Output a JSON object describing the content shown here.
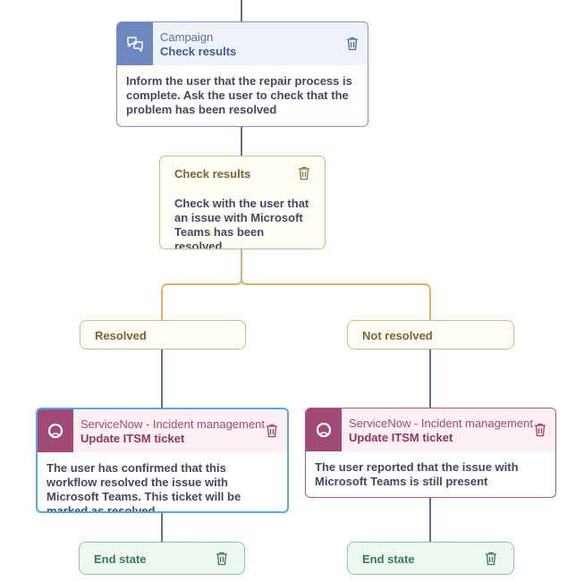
{
  "colors": {
    "campaign_accent": "#6f87bf",
    "decision_accent": "#d2bc83",
    "servicenow_accent": "#a14a78",
    "end_state_accent": "#8dcb9e",
    "selected_border": "#5ea6e3"
  },
  "campaign_node": {
    "type_label": "Campaign",
    "title": "Check results",
    "description": "Inform the user that the repair process is complete. Ask the user to check that the problem has been resolved",
    "icon": "chat-bubbles-icon"
  },
  "decision_node": {
    "title": "Check results",
    "description": "Check with the user that an issue with Microsoft Teams has been resolved"
  },
  "branches": {
    "resolved_label": "Resolved",
    "not_resolved_label": "Not resolved"
  },
  "servicenow_left": {
    "type_label": "ServiceNow - Incident management",
    "title": "Update ITSM ticket",
    "description": "The user has confirmed that this workflow resolved the issue with Microsoft Teams. This ticket will be marked as resolved",
    "icon": "servicenow-icon"
  },
  "servicenow_right": {
    "type_label": "ServiceNow - Incident management",
    "title": "Update ITSM ticket",
    "description": "The user reported that the issue with Microsoft Teams is still present",
    "icon": "servicenow-icon"
  },
  "end_left": {
    "label": "End state"
  },
  "end_right": {
    "label": "End state"
  }
}
